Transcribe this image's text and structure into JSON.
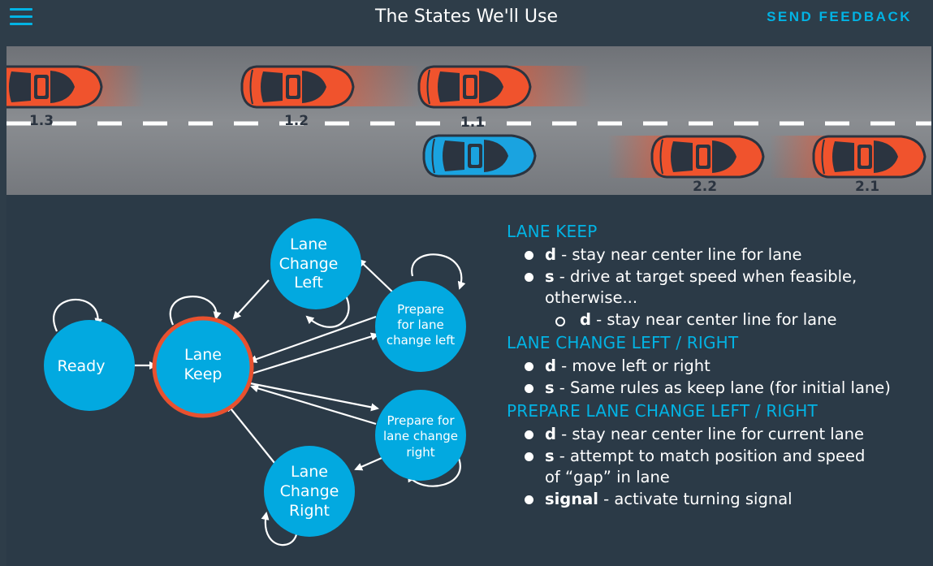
{
  "header": {
    "title": "The States We'll Use",
    "feedback_label": "SEND FEEDBACK"
  },
  "road": {
    "car_labels": [
      "1.3",
      "1.2",
      "1.1",
      "2.2",
      "2.1"
    ]
  },
  "states": {
    "ready": "Ready",
    "lane_keep": [
      "Lane",
      "Keep"
    ],
    "lcl": [
      "Lane",
      "Change",
      "Left"
    ],
    "lcr": [
      "Lane",
      "Change",
      "Right"
    ],
    "plcl": [
      "Prepare",
      "for lane",
      "change left"
    ],
    "plcr": [
      "Prepare for",
      "lane change",
      "right"
    ]
  },
  "rules": {
    "lane_keep": {
      "heading": "LANE KEEP",
      "d_key": "d",
      "d_text": " - stay near center line for lane",
      "s_key": "s",
      "s_text": " - drive at target speed when feasible,",
      "s_cont": "otherwise...",
      "sub_key": "d",
      "sub_text": " - stay near center line for lane"
    },
    "lane_change": {
      "heading": "LANE CHANGE LEFT / RIGHT",
      "d_key": "d",
      "d_text": " - move left or right",
      "s_key": "s",
      "s_text": " - Same rules as keep lane (for initial lane)"
    },
    "prepare": {
      "heading": "PREPARE LANE CHANGE LEFT / RIGHT",
      "d_key": "d",
      "d_text": " - stay near center line for current lane",
      "s_key": "s",
      "s_text": " - attempt to match position and speed",
      "s_cont": "of “gap” in lane",
      "signal_key": "signal",
      "signal_text": " - activate turning signal"
    }
  },
  "colors": {
    "accent": "#02b3e4",
    "ego_car": "#1aa3e0",
    "other_car": "#f0532d",
    "background": "#2e3d49",
    "road": "#7c7f84",
    "lane_keep_ring": "#e8512f"
  }
}
